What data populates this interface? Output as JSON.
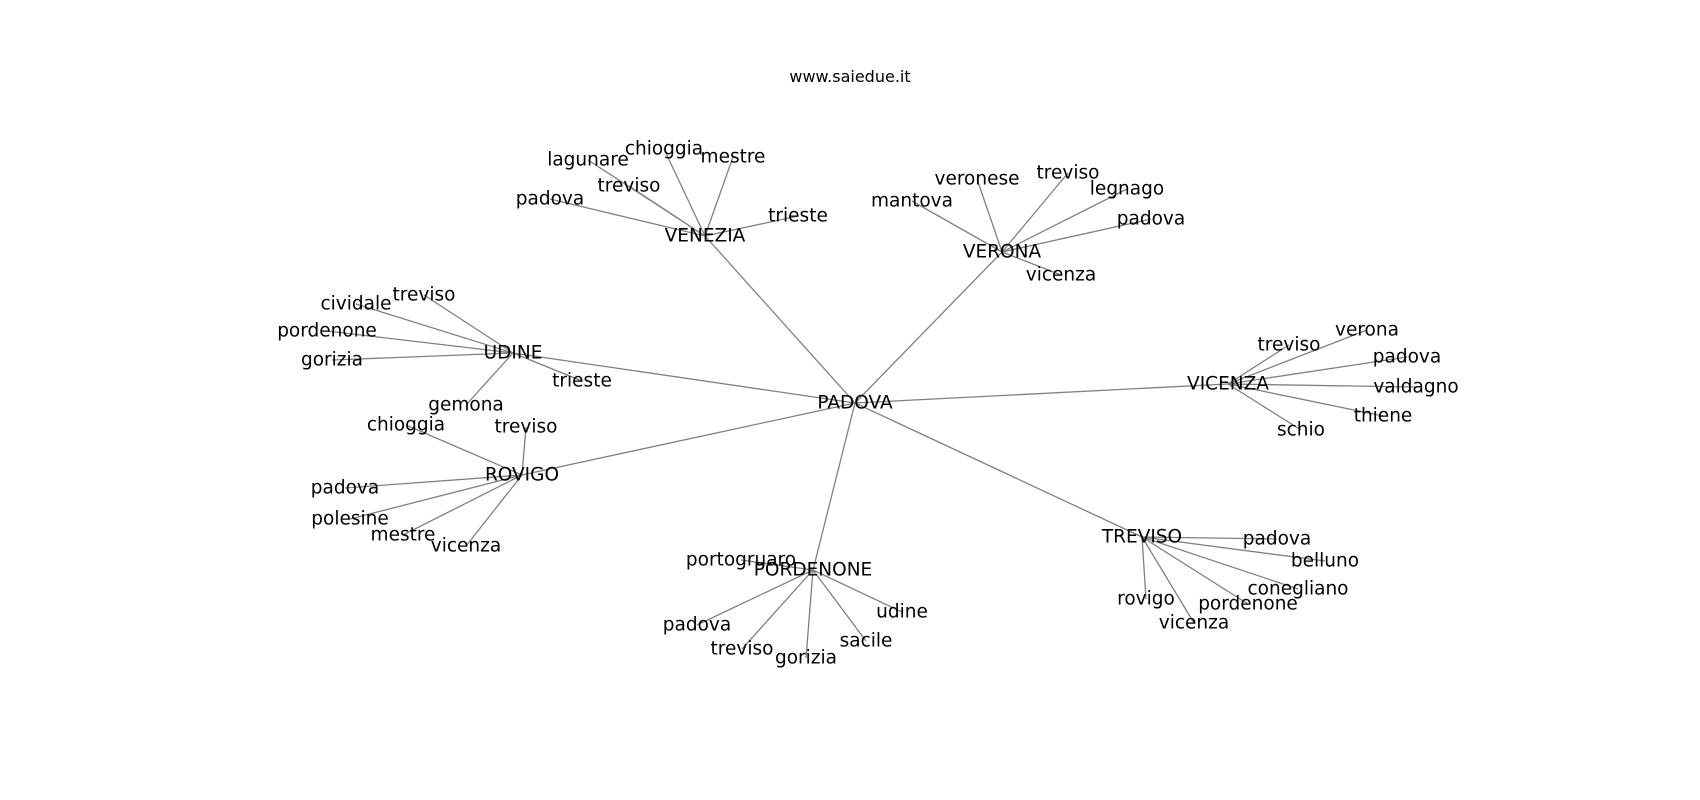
{
  "title": "www.saiedue.it",
  "edge_color": "#808080",
  "text_color": "#000000",
  "root": "PADOVA",
  "hubs": [
    {
      "name": "VENEZIA",
      "leaves": [
        "padova",
        "lagunare",
        "chioggia",
        "mestre",
        "treviso",
        "trieste"
      ]
    },
    {
      "name": "VERONA",
      "leaves": [
        "mantova",
        "veronese",
        "treviso",
        "legnago",
        "padova",
        "vicenza"
      ]
    },
    {
      "name": "UDINE",
      "leaves": [
        "treviso",
        "cividale",
        "pordenone",
        "gorizia",
        "gemona",
        "trieste"
      ]
    },
    {
      "name": "VICENZA",
      "leaves": [
        "verona",
        "treviso",
        "padova",
        "valdagno",
        "thiene",
        "schio"
      ]
    },
    {
      "name": "ROVIGO",
      "leaves": [
        "chioggia",
        "treviso",
        "padova",
        "polesine",
        "mestre",
        "vicenza"
      ]
    },
    {
      "name": "PORDENONE",
      "leaves": [
        "portogruaro",
        "padova",
        "treviso",
        "gorizia",
        "sacile",
        "udine"
      ]
    },
    {
      "name": "TREVISO",
      "leaves": [
        "padova",
        "belluno",
        "conegliano",
        "pordenone",
        "vicenza",
        "rovigo"
      ]
    }
  ]
}
